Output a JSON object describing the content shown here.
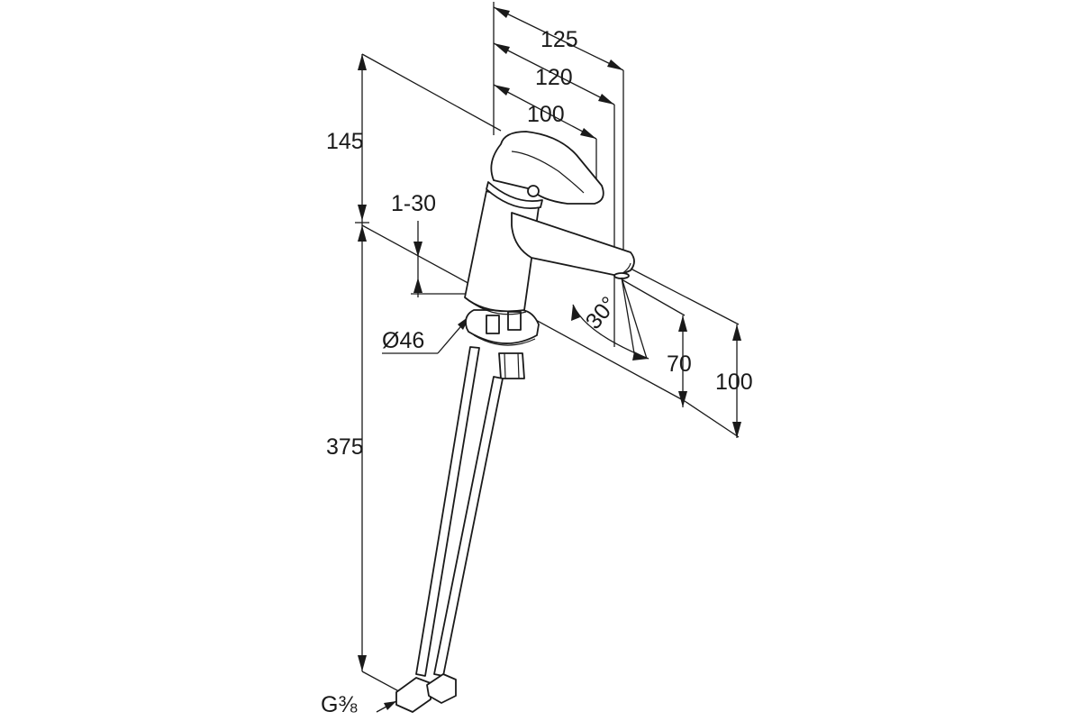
{
  "dimensions": {
    "width_125": "125",
    "width_120": "120",
    "width_100": "100",
    "height_145": "145",
    "thickness_1_30": "1-30",
    "hose_375": "375",
    "diameter_46": "Ø46",
    "angle_30": "30°",
    "spout_70": "70",
    "spout_100": "100",
    "thread_g38": "G⅜"
  }
}
